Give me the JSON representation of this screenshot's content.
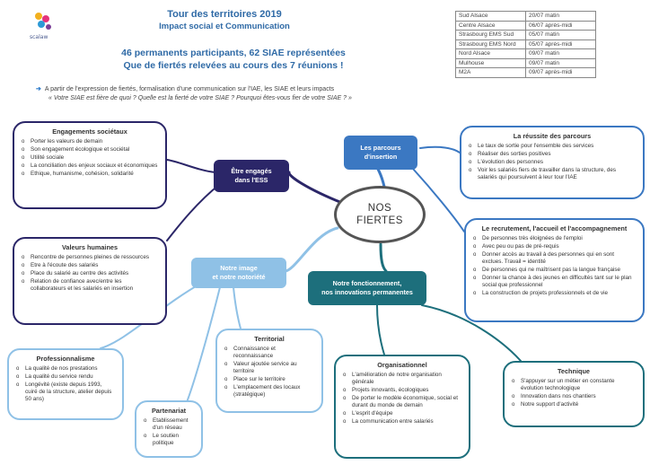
{
  "header": {
    "logo_text": "scalaw",
    "title_line1": "Tour des territoires 2019",
    "title_line2": "Impact social et Communication",
    "subtitle_line1": "46 permanents participants, 62 SIAE représentées",
    "subtitle_line2": "Que de fiertés relevées au cours des 7 réunions !"
  },
  "schedule": [
    {
      "place": "Sud Alsace",
      "date": "20/07 matin"
    },
    {
      "place": "Centre Alsace",
      "date": "06/07 après-midi"
    },
    {
      "place": "Strasbourg EMS Sud",
      "date": "05/07 matin"
    },
    {
      "place": "Strasbourg EMS Nord",
      "date": "05/07 après-midi"
    },
    {
      "place": "Nord Alsace",
      "date": "09/07 matin"
    },
    {
      "place": "Mulhouse",
      "date": "09/07 matin"
    },
    {
      "place": "M2A",
      "date": "09/07 après-midi"
    }
  ],
  "intro": {
    "line1": "A partir de l'expression de fiertés, formalisation d'une communication sur l'IAE, les SIAE et leurs impacts",
    "line2": "« Votre SIAE est fière de quoi ? Quelle est la fierté de votre SIAE ? Pourquoi êtes-vous fier de votre SIAE ? »"
  },
  "center": {
    "line1": "NOS",
    "line2": "FIERTES"
  },
  "nodes": {
    "engages": {
      "line1": "Être engagés",
      "line2": "dans l'ESS"
    },
    "personnes": {
      "line1": "Les parcours",
      "line2": "d'insertion"
    },
    "image": {
      "line1": "Notre image",
      "line2": "et notre notoriété"
    },
    "fonctionnement": {
      "line1": "Notre fonctionnement,",
      "line2": "nos innovations permanentes"
    }
  },
  "boxes": {
    "engagements": {
      "title": "Engagements sociétaux",
      "items": [
        "Porter les valeurs de demain",
        "Son engagement écologique et sociétal",
        "Utilité sociale",
        "La conciliation des enjeux sociaux et économiques",
        "Ethique, humanisme, cohésion, solidarité"
      ]
    },
    "valeurs": {
      "title": "Valeurs humaines",
      "items": [
        "Rencontre de personnes pleines de ressources",
        "Etre à l'écoute des salariés",
        "Place du salarié au centre des activités",
        "Relation de confiance avec/entre les collaborateurs et les salariés en insertion"
      ]
    },
    "reussite": {
      "title": "La réussite des parcours",
      "items": [
        "Le taux de sortie pour l'ensemble des services",
        "Réaliser des sorties positives",
        "L'évolution des personnes",
        "Voir les salariés fiers de travailler dans la structure, des salariés qui poursuivent à leur tour l'IAE"
      ]
    },
    "recrutement": {
      "title": "Le recrutement, l'accueil et l'accompagnement",
      "items": [
        "De personnes très éloignées de l'emploi",
        "Avec peu ou pas de pré-requis",
        "Donner accès au travail à des personnes qui en sont exclues. Travail = identité",
        "De personnes qui ne maîtrisent pas la langue française",
        "Donner la chance à des jeunes en difficultés tant sur le plan social que professionnel",
        "La construction de projets professionnels et de vie"
      ]
    },
    "professionnalisme": {
      "title": "Professionnalisme",
      "items": [
        "La qualité de nos prestations",
        "La qualité du service rendu",
        "Longévité (existe depuis 1993, cuiré de la structure, atelier depuis 50 ans)"
      ]
    },
    "partenariat": {
      "title": "Partenariat",
      "items": [
        "Etablissement d'un réseau",
        "Le soutien politique"
      ]
    },
    "territorial": {
      "title": "Territorial",
      "items": [
        "Connaissance et reconnaissance",
        "Valeur ajoutée service au territoire",
        "Place sur le territoire",
        "L'emplacement des locaux (stratégique)"
      ]
    },
    "organisationnel": {
      "title": "Organisationnel",
      "items": [
        "L'amélioration de notre organisation générale",
        "Projets innovants, écologiques",
        "De porter le modèle économique, social et durant du monde de demain",
        "L'esprit d'équipe",
        "La communication entre salariés"
      ]
    },
    "technique": {
      "title": "Technique",
      "items": [
        "S'appuyer sur un métier en constante évolution technologique",
        "Innovation dans nos chantiers",
        "Notre support d'activité"
      ]
    }
  },
  "colors": {
    "navy": "#2b2668",
    "blue": "#3b78c2",
    "teal": "#1d6f7c",
    "light_blue": "#8fc1e6"
  }
}
